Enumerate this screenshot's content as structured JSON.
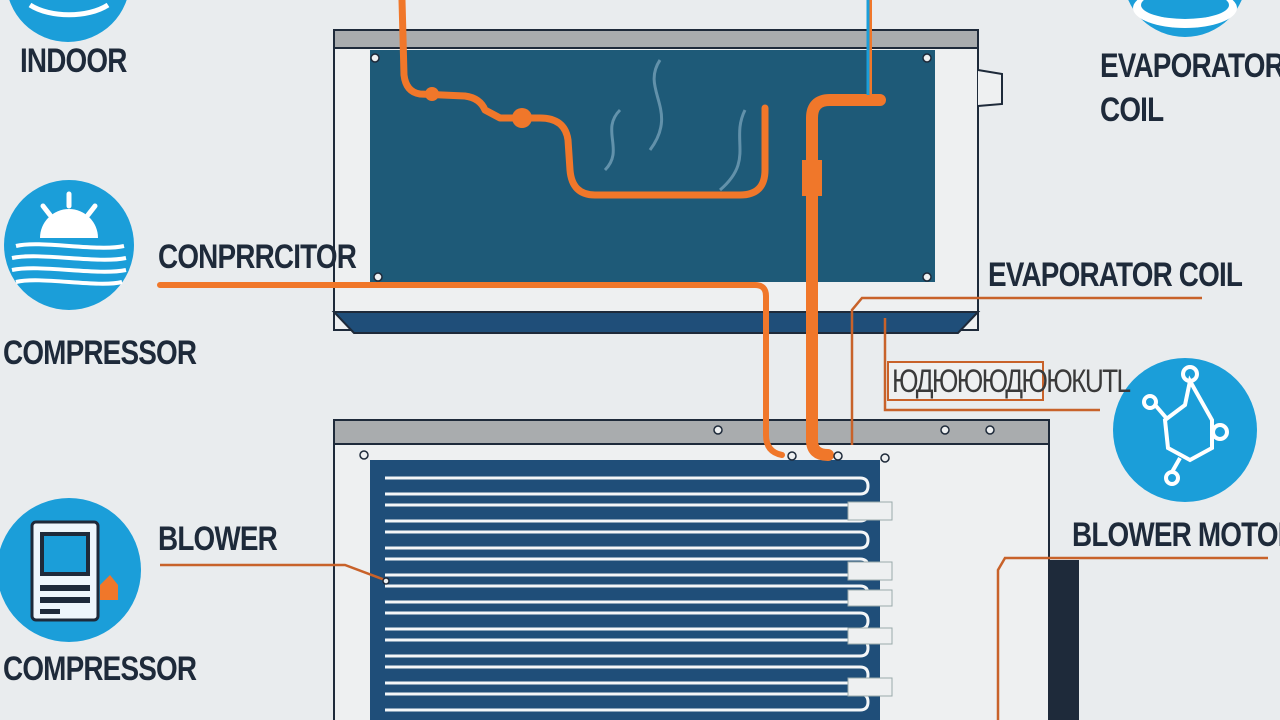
{
  "labels": {
    "indoor": "INDOOR",
    "evaporator_coil_top": "EVAPORATOR COIL",
    "conprrcitor": "CONPRRCITOR",
    "compressor_mid": "COMPRESSOR",
    "evaporator_coil_right": "EVAPORATOR COIL",
    "garbled_label": "ЮДЮЮЮДЮЮКUTL",
    "blower": "BLOWER",
    "blower_motor": "BLOWER MOTOR",
    "compressor_bottom": "COMPRESSOR"
  },
  "colors": {
    "background": "#e9ecee",
    "panel_dark": "#1e5a78",
    "pipe_orange": "#f0772a",
    "leader_line": "#c8622a",
    "icon_blue": "#1b9ed9",
    "text_dark": "#1e2a3a",
    "coil_blue": "#1f4e79",
    "frame_gray": "#a9acae"
  },
  "icons": [
    "water-icon",
    "sun-over-water-icon",
    "control-panel-icon",
    "evaporator-icon",
    "molecule-icon"
  ]
}
